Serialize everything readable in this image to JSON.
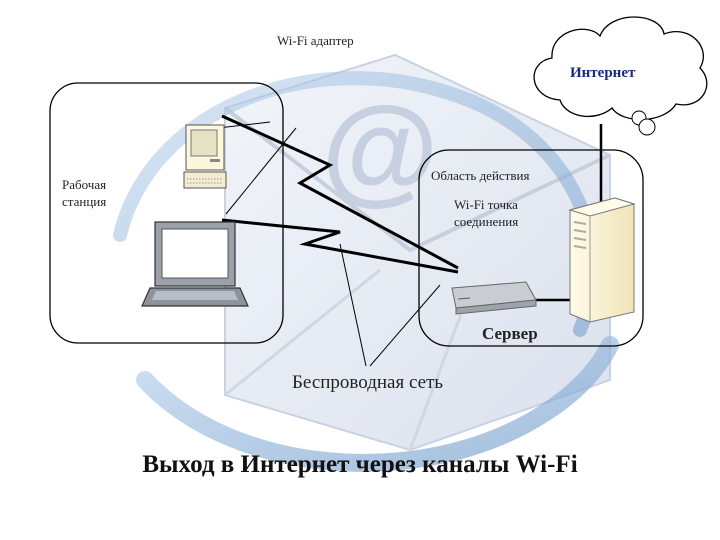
{
  "labels": {
    "wifi_adapter": "Wi-Fi адаптер",
    "workstation": "Рабочая\nстанция",
    "coverage_area": "Область действия",
    "access_point": "Wi-Fi  точка\nсоединения",
    "internet": "Интернет",
    "server": "Сервер",
    "wireless_network": "Беспроводная сеть",
    "title": "Выход в Интернет через каналы Wi-Fi"
  },
  "colors": {
    "background_mail_icon": "#c9d3e6",
    "background_ring": "#4e86c4",
    "region_border": "#000000",
    "server_body": "#fbf6dd",
    "internet_text": "#1a2a7a"
  },
  "icons": [
    "email-at-background-icon",
    "desktop-computer-icon",
    "laptop-icon",
    "access-point-icon",
    "server-tower-icon",
    "cloud-icon"
  ]
}
